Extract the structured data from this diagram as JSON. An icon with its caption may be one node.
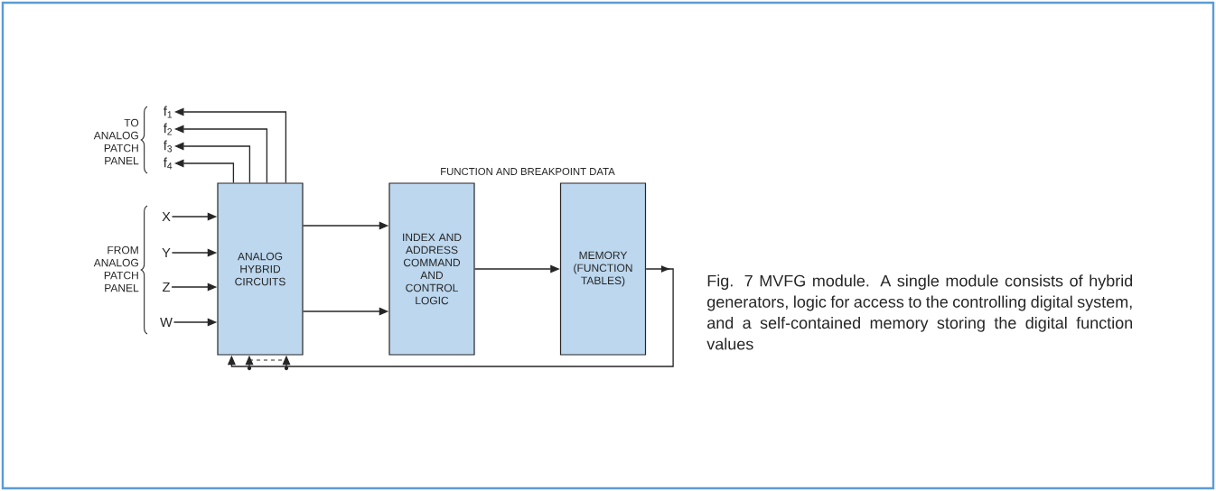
{
  "diagram": {
    "caption": "Fig. 7  MVFG module. A single module consists of hybrid generators, logic for access to the controlling digital system, and a self-contained memory storing the digital function values",
    "nodes": [
      {
        "text": [
          "f$_{1}$"
        ]
      },
      {
        "text": [
          "f$_{2}$"
        ]
      },
      {
        "text": [
          "f$_{3}$"
        ]
      },
      {
        "text": [
          "f$_{4}$"
        ]
      },
      {
        "text": [
          "X"
        ]
      },
      {
        "text": [
          "Y"
        ]
      },
      {
        "text": [
          "Z"
        ]
      },
      {
        "text": [
          "W"
        ]
      },
      {
        "text": [
          "ANALOG HYBRID CIRCUITS"
        ]
      },
      {
        "text": [
          "INDEX AND ADDRESS COMMAND AND CONTROL LOGIC"
        ]
      },
      {
        "text": [
          "MEMORY (FUNCTION TABLES)"
        ]
      }
    ],
    "edges": [
      {
        "from": 8,
        "to": 0,
        "arrow": "to"
      },
      {
        "from": 8,
        "to": 1,
        "arrow": "to"
      },
      {
        "from": 8,
        "to": 2,
        "arrow": "to"
      },
      {
        "from": 8,
        "to": 3,
        "arrow": "to"
      },
      {
        "from": 4,
        "to": 8,
        "arrow": "to"
      },
      {
        "from": 5,
        "to": 8,
        "arrow": "to"
      },
      {
        "from": 6,
        "to": 8,
        "arrow": "to"
      },
      {
        "from": 7,
        "to": 8,
        "arrow": "to"
      },
      {
        "from": 8,
        "to": 9,
        "arrow": "to"
      },
      {
        "from": 8,
        "to": 9,
        "arrow": "to"
      },
      {
        "from": 9,
        "to": 10,
        "arrow": "to"
      },
      {
        "from": 10,
        "to": 8,
        "arrow": "to"
      }
    ],
    "labels": [
      "TO ANALOG PATCH PANEL",
      "FROM ANALOG PATCH PANEL",
      "FUNCTION AND BREAKPOINT DATA"
    ]
  }
}
